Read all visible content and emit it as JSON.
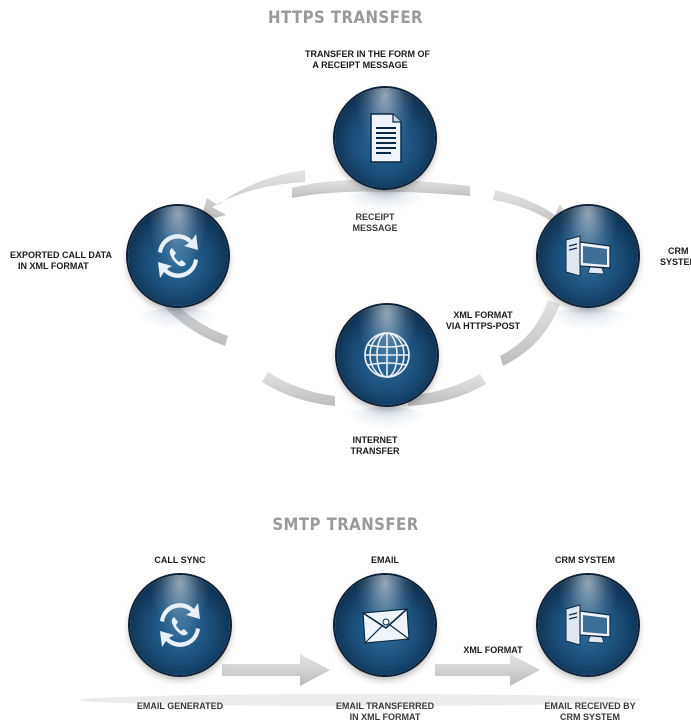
{
  "https": {
    "title": "HTTPS TRANSFER",
    "labels": {
      "receipt_top_line1": "TRANSFER IN THE FORM OF",
      "receipt_top_line2": "A RECEIPT MESSAGE",
      "receipt_msg_line1": "RECEIPT",
      "receipt_msg_line2": "MESSAGE",
      "exported_line1": "EXPORTED CALL DATA",
      "exported_line2": "IN XML FORMAT",
      "crm_line1": "CRM",
      "crm_line2": "SYSTEM",
      "xml_line1": "XML FORMAT",
      "xml_line2": "VIA HTTPS-POST",
      "internet_line1": "INTERNET",
      "internet_line2": "TRANSFER"
    },
    "nodes": [
      {
        "id": "receipt",
        "icon": "document-icon"
      },
      {
        "id": "exported",
        "icon": "sync-phone-icon"
      },
      {
        "id": "crm",
        "icon": "computer-icon"
      },
      {
        "id": "internet",
        "icon": "globe-icon"
      }
    ]
  },
  "smtp": {
    "title": "SMTP TRANSFER",
    "labels": {
      "call_sync": "CALL SYNC",
      "email": "EMAIL",
      "crm_system": "CRM SYSTEM",
      "xml_format": "XML FORMAT",
      "email_generated": "EMAIL GENERATED",
      "email_transferred_line1": "EMAIL TRANSFERRED",
      "email_transferred_line2": "IN XML FORMAT",
      "email_received_line1": "EMAIL RECEIVED BY",
      "email_received_line2": "CRM SYSTEM"
    },
    "nodes": [
      {
        "id": "call_sync",
        "icon": "sync-phone-icon"
      },
      {
        "id": "email",
        "icon": "envelope-icon"
      },
      {
        "id": "crm",
        "icon": "computer-icon"
      }
    ]
  },
  "colors": {
    "sphere_dark": "#0b2a48",
    "sphere_mid": "#194c77",
    "title_gray": "#9a9a9a",
    "arrow_gray": "#c8c8c8"
  }
}
